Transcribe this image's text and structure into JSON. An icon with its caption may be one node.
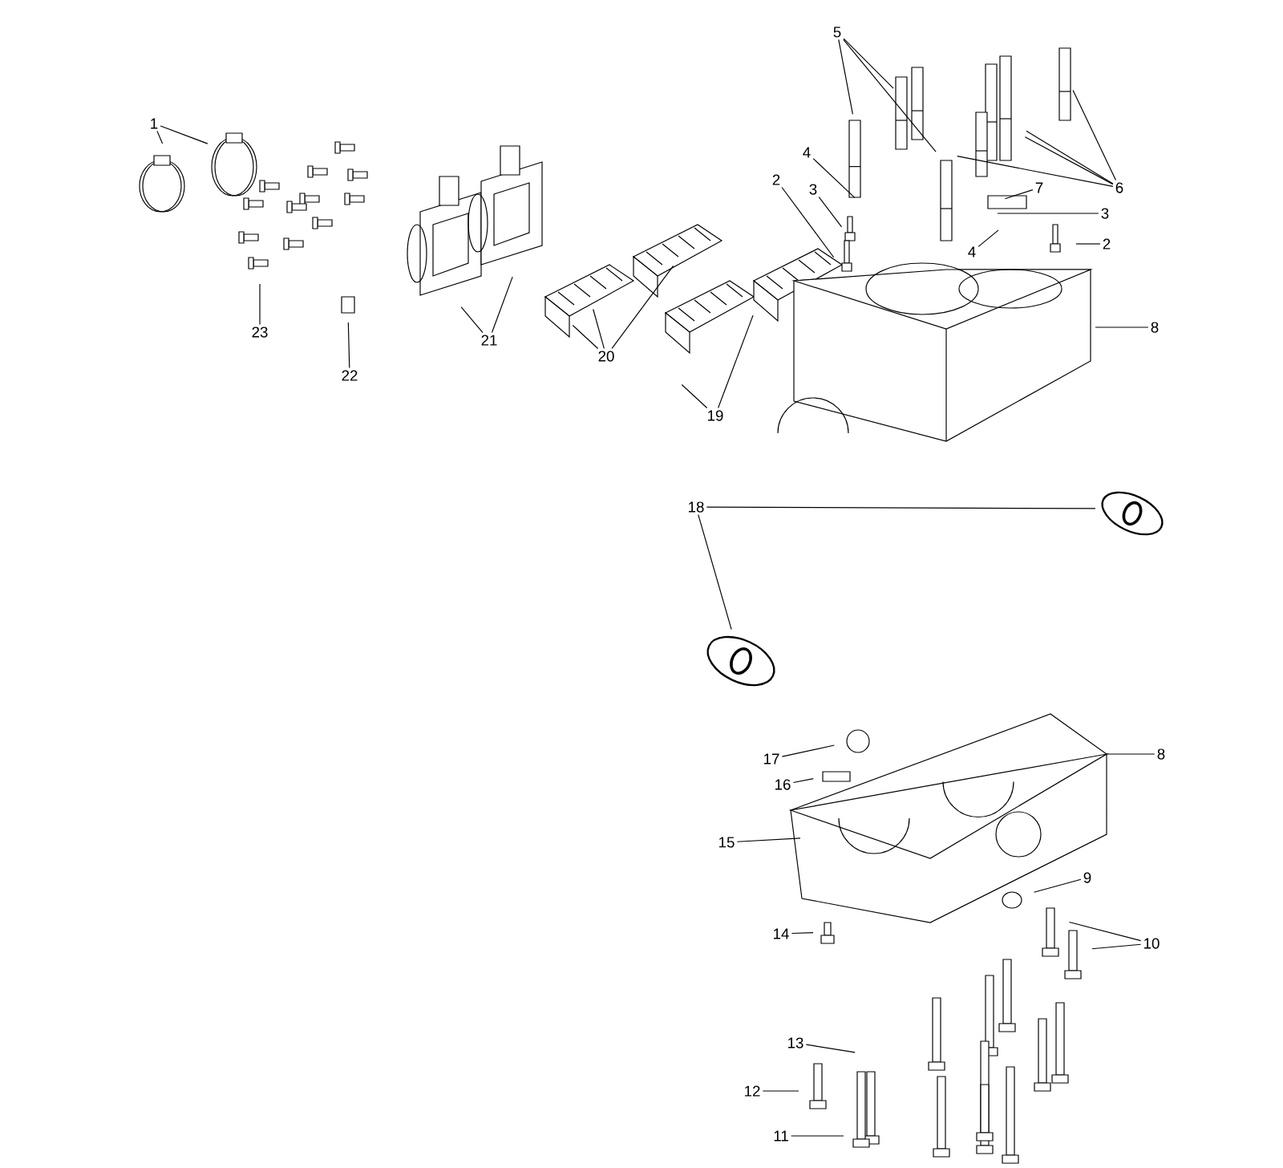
{
  "diagram": {
    "nodes": [
      {
        "text": [
          "1"
        ]
      },
      {
        "text": [
          "5"
        ]
      },
      {
        "text": [
          "6"
        ]
      },
      {
        "text": [
          "4"
        ]
      },
      {
        "text": [
          "3"
        ]
      },
      {
        "text": [
          "2"
        ]
      },
      {
        "text": [
          "7"
        ]
      },
      {
        "text": [
          "3"
        ]
      },
      {
        "text": [
          "4"
        ]
      },
      {
        "text": [
          "2"
        ]
      },
      {
        "text": [
          "8"
        ]
      },
      {
        "text": [
          "18"
        ]
      },
      {
        "text": [
          "8"
        ]
      },
      {
        "text": [
          "17"
        ]
      },
      {
        "text": [
          "16"
        ]
      },
      {
        "text": [
          "15"
        ]
      },
      {
        "text": [
          "9"
        ]
      },
      {
        "text": [
          "14"
        ]
      },
      {
        "text": [
          "10"
        ]
      },
      {
        "text": [
          "13"
        ]
      },
      {
        "text": [
          "12"
        ]
      },
      {
        "text": [
          "11"
        ]
      },
      {
        "text": [
          "23"
        ]
      },
      {
        "text": [
          "22"
        ]
      },
      {
        "text": [
          "21"
        ]
      },
      {
        "text": [
          "20"
        ]
      },
      {
        "text": [
          "19"
        ]
      }
    ],
    "edges": [
      {
        "from": 0,
        "to": null,
        "arrow": "none"
      },
      {
        "from": 0,
        "to": null,
        "arrow": "none"
      },
      {
        "from": 1,
        "to": null,
        "arrow": "none"
      },
      {
        "from": 1,
        "to": null,
        "arrow": "none"
      },
      {
        "from": 1,
        "to": null,
        "arrow": "none"
      },
      {
        "from": 2,
        "to": null,
        "arrow": "none"
      },
      {
        "from": 2,
        "to": null,
        "arrow": "none"
      },
      {
        "from": 2,
        "to": null,
        "arrow": "none"
      },
      {
        "from": 2,
        "to": null,
        "arrow": "none"
      },
      {
        "from": 3,
        "to": null,
        "arrow": "none"
      },
      {
        "from": 4,
        "to": null,
        "arrow": "none"
      },
      {
        "from": 5,
        "to": null,
        "arrow": "none"
      },
      {
        "from": 6,
        "to": null,
        "arrow": "none"
      },
      {
        "from": 7,
        "to": null,
        "arrow": "none"
      },
      {
        "from": 8,
        "to": null,
        "arrow": "none"
      },
      {
        "from": 9,
        "to": null,
        "arrow": "none"
      },
      {
        "from": 10,
        "to": null,
        "arrow": "none"
      },
      {
        "from": 11,
        "to": null,
        "arrow": "none"
      },
      {
        "from": 11,
        "to": null,
        "arrow": "none"
      },
      {
        "from": 12,
        "to": null,
        "arrow": "none"
      },
      {
        "from": 13,
        "to": null,
        "arrow": "none"
      },
      {
        "from": 14,
        "to": null,
        "arrow": "none"
      },
      {
        "from": 15,
        "to": null,
        "arrow": "none"
      },
      {
        "from": 16,
        "to": null,
        "arrow": "none"
      },
      {
        "from": 17,
        "to": null,
        "arrow": "none"
      },
      {
        "from": 18,
        "to": null,
        "arrow": "none"
      },
      {
        "from": 18,
        "to": null,
        "arrow": "none"
      },
      {
        "from": 19,
        "to": null,
        "arrow": "none"
      },
      {
        "from": 20,
        "to": null,
        "arrow": "none"
      },
      {
        "from": 21,
        "to": null,
        "arrow": "none"
      },
      {
        "from": 22,
        "to": null,
        "arrow": "none"
      },
      {
        "from": 23,
        "to": null,
        "arrow": "none"
      },
      {
        "from": 24,
        "to": null,
        "arrow": "none"
      },
      {
        "from": 24,
        "to": null,
        "arrow": "none"
      },
      {
        "from": 25,
        "to": null,
        "arrow": "none"
      },
      {
        "from": 25,
        "to": null,
        "arrow": "none"
      },
      {
        "from": 25,
        "to": null,
        "arrow": "none"
      },
      {
        "from": 26,
        "to": null,
        "arrow": "none"
      },
      {
        "from": 26,
        "to": null,
        "arrow": "none"
      }
    ]
  }
}
